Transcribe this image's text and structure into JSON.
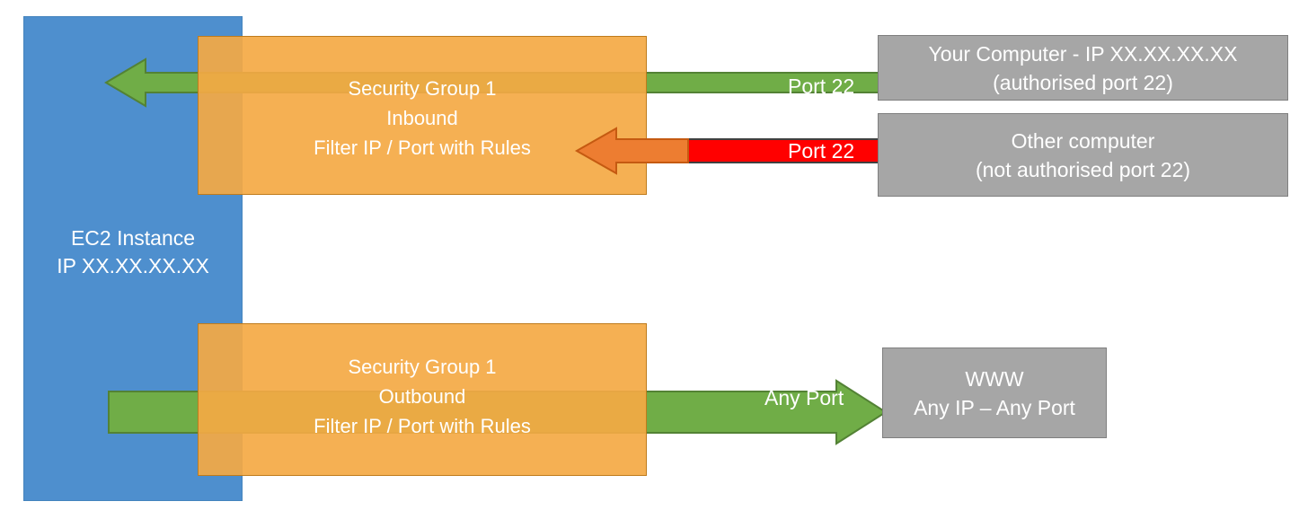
{
  "diagram": {
    "title": "AWS EC2 Security Group inbound and outbound traffic filtering",
    "colors": {
      "ec2_blue": "#4E8FCE",
      "security_group_orange": "#F4A944",
      "allowed_green": "#70AD47",
      "blocked_red": "#FF0000",
      "blocked_arrowhead_orange": "#ED7D31",
      "endpoint_grey": "#A6A6A6",
      "text_white": "#FFFFFF"
    }
  },
  "ec2": {
    "line1": "EC2 Instance",
    "line2": "IP XX.XX.XX.XX",
    "label": "EC2 Instance\nIP XX.XX.XX.XX"
  },
  "security_groups": [
    {
      "id": "inbound",
      "name": "Security Group 1",
      "direction": "Inbound",
      "rule": "Filter IP / Port with Rules",
      "label": "Security Group 1\nInbound\nFilter IP / Port with Rules"
    },
    {
      "id": "outbound",
      "name": "Security Group 1",
      "direction": "Outbound",
      "rule": "Filter IP / Port with Rules",
      "label": "Security Group 1\nOutbound\nFilter IP / Port with Rules"
    }
  ],
  "endpoints": [
    {
      "id": "your-computer",
      "line1": "Your Computer - IP XX.XX.XX.XX",
      "line2": "(authorised port 22)",
      "label": "Your Computer - IP XX.XX.XX.XX\n(authorised port 22)"
    },
    {
      "id": "other-computer",
      "line1": "Other computer",
      "line2": "(not authorised port 22)",
      "label": "Other computer\n(not authorised port 22)"
    },
    {
      "id": "www",
      "line1": "WWW",
      "line2": "Any IP – Any Port",
      "label": "WWW\nAny IP – Any Port"
    }
  ],
  "flows": [
    {
      "id": "allowed-inbound",
      "port_label": "Port 22",
      "status": "allowed",
      "color": "#70AD47",
      "direction": "right-to-left",
      "from": "your-computer",
      "to": "ec2"
    },
    {
      "id": "blocked-inbound",
      "port_label": "Port 22",
      "status": "blocked",
      "color": "#FF0000",
      "direction": "right-to-left",
      "from": "other-computer",
      "to": "security-group-inbound"
    },
    {
      "id": "allowed-outbound",
      "port_label": "Any Port",
      "status": "allowed",
      "color": "#70AD47",
      "direction": "left-to-right",
      "from": "ec2",
      "to": "www"
    }
  ]
}
